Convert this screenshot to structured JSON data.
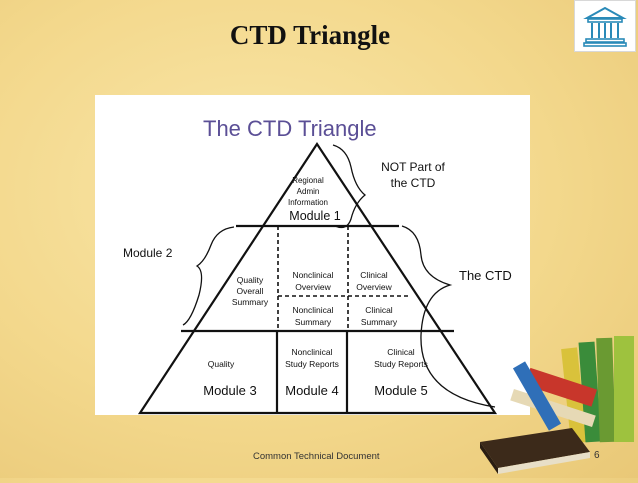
{
  "slide": {
    "title": "CTD Triangle",
    "footer": "Common Technical Document",
    "page_number": "6"
  },
  "logo": {
    "icon": "institution-building-icon",
    "color": "#2a8ab8"
  },
  "decoration": {
    "icon": "books-stack-icon"
  },
  "diagram": {
    "heading": "The CTD Triangle",
    "apex": {
      "lines": [
        "Regional",
        "Admin",
        "Information"
      ],
      "module": "Module 1"
    },
    "middle": {
      "quality_summary": [
        "Quality",
        "Overall",
        "Summary"
      ],
      "nonclinical_overview": [
        "Nonclinical",
        "Overview"
      ],
      "clinical_overview": [
        "Clinical",
        "Overview"
      ],
      "nonclinical_summary": [
        "Nonclinical",
        "Summary"
      ],
      "clinical_summary": [
        "Clinical",
        "Summary"
      ]
    },
    "base": {
      "quality": "Quality",
      "nonclinical_reports": [
        "Nonclinical",
        "Study Reports"
      ],
      "clinical_reports": [
        "Clinical",
        "Study Reports"
      ],
      "module3": "Module 3",
      "module4": "Module 4",
      "module5": "Module 5"
    },
    "labels": {
      "not_part": [
        "NOT Part of",
        "the CTD"
      ],
      "the_ctd": "The CTD",
      "module2": "Module 2"
    },
    "colors": {
      "heading": "#5b4f96",
      "lines": "#111111"
    }
  }
}
